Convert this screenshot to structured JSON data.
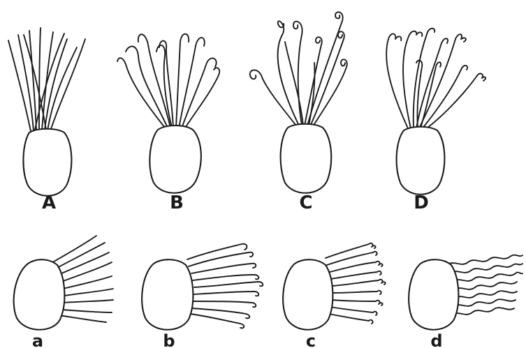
{
  "figure": {
    "panels": [
      {
        "key": "A",
        "label": "A",
        "kind": "straight-flagella"
      },
      {
        "key": "B",
        "label": "B",
        "kind": "hooked-flagella"
      },
      {
        "key": "C",
        "label": "C",
        "kind": "coiled-tip-flagella"
      },
      {
        "key": "D",
        "label": "D",
        "kind": "curly-tip-flagella"
      },
      {
        "key": "a",
        "label": "a",
        "kind": "straight-flagella-lateral"
      },
      {
        "key": "b",
        "label": "b",
        "kind": "hooked-flagella-lateral"
      },
      {
        "key": "c",
        "label": "c",
        "kind": "curly-tip-flagella-lateral"
      },
      {
        "key": "d",
        "label": "d",
        "kind": "wavy-flagella-lateral"
      }
    ]
  },
  "colors": {
    "ink": "#1c1c1c",
    "background": "#ffffff"
  }
}
